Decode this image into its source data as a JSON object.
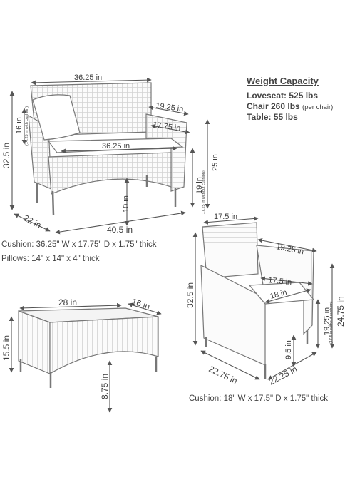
{
  "weight_capacity": {
    "title": "Weight Capacity",
    "loveseat": "Loveseat: 525 lbs",
    "chair": "Chair 260 lbs",
    "chair_note": "(per chair)",
    "table": "Table: 55 lbs"
  },
  "loveseat": {
    "top_width": "36.25 in",
    "arm_depth": "19.25 in",
    "seat_depth": "17.75 in",
    "seat_width": "36.25 in",
    "back_height": "16 in",
    "back_height_note": "(14.25 in with cushion)",
    "total_height": "32.5 in",
    "arm_height": "25 in",
    "seat_height": "19 in",
    "seat_height_note": "(17.25 in without cushion)",
    "clearance": "10 in",
    "depth": "22 in",
    "width": "40.5 in",
    "cushion_caption": "Cushion: 36.25\" W x 17.75\" D x 1.75\" thick",
    "pillow_caption": "Pillows: 14\" x 14\" x 4\" thick"
  },
  "table": {
    "width": "28 in",
    "depth": "16 in",
    "height": "15.5 in",
    "clearance": "8.75 in"
  },
  "chair": {
    "back_width": "17.5 in",
    "arm_depth": "19.25 in",
    "seat_width": "17.5 in",
    "seat_depth": "18 in",
    "total_height": "32.5 in",
    "arm_height": "24.75 in",
    "seat_height": "19.25 in",
    "seat_height_note": "(17.5 in without cushion)",
    "clearance": "9.5 in",
    "depth": "22.75 in",
    "width": "22.25 in",
    "cushion_caption": "Cushion: 18\" W x 17.5\" D x 1.75\" thick"
  }
}
